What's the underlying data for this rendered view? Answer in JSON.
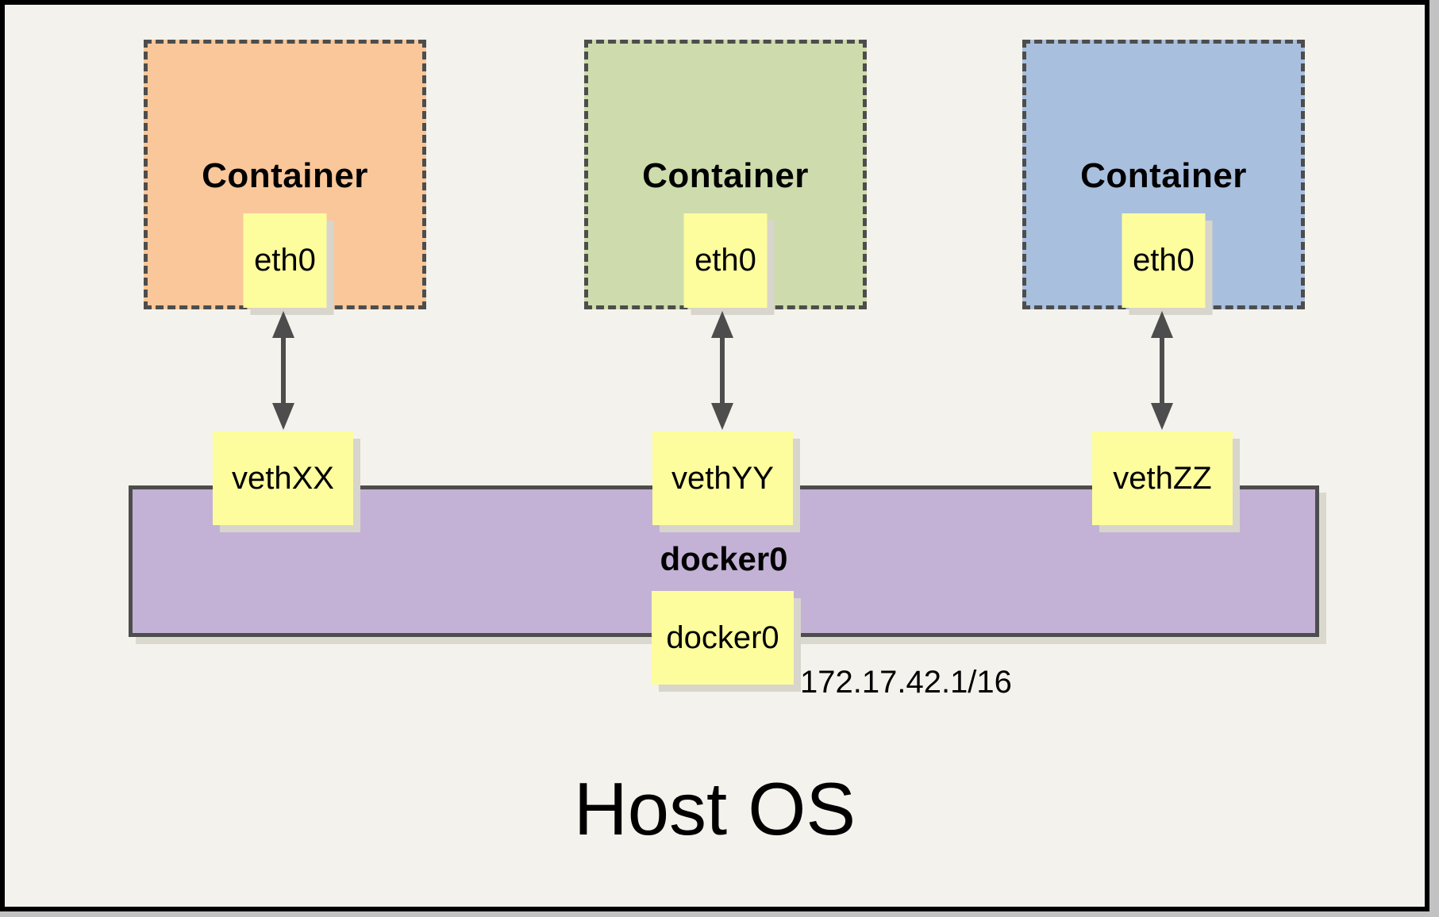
{
  "host": {
    "title": "Host OS"
  },
  "bridge": {
    "name": "docker0",
    "interface_label": "docker0",
    "ip": "172.17.42.1/16",
    "fill": "#C3B2D5"
  },
  "containers": [
    {
      "title": "Container",
      "eth_label": "eth0",
      "veth_label": "vethXX",
      "fill": "#F9C79A"
    },
    {
      "title": "Container",
      "eth_label": "eth0",
      "veth_label": "vethYY",
      "fill": "#CEDCAD"
    },
    {
      "title": "Container",
      "eth_label": "eth0",
      "veth_label": "vethZZ",
      "fill": "#A9BFDE"
    }
  ],
  "colors": {
    "background": "#F4F2EC",
    "note_yellow": "#FDFD9E",
    "border_dark": "#4D4D4D",
    "frame_black": "#000000",
    "frame_shadow": "#C2C2C2"
  }
}
